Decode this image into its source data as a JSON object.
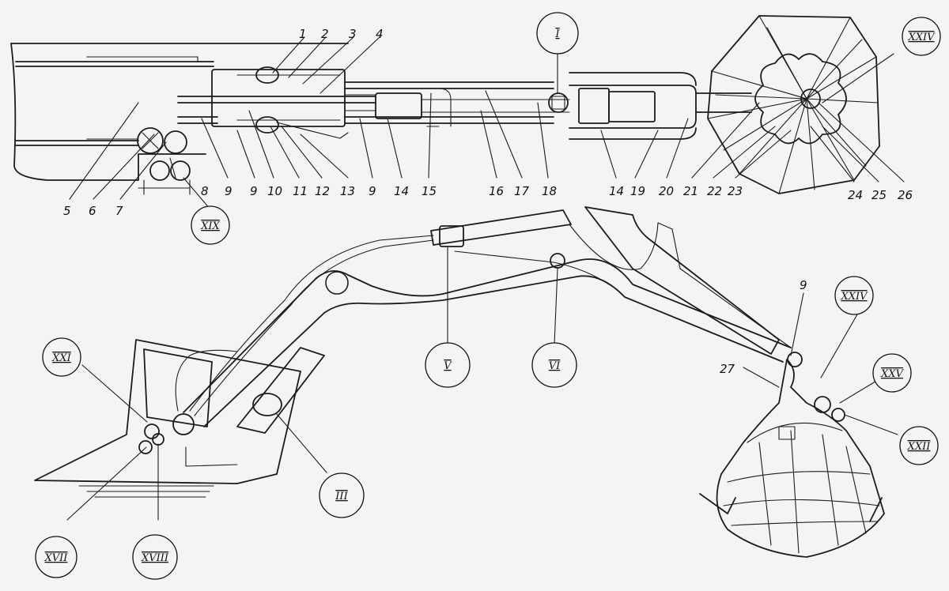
{
  "top_view": {
    "part_numbers": [
      "1",
      "2",
      "3",
      "4",
      "5",
      "6",
      "7",
      "8",
      "9",
      "9",
      "10",
      "11",
      "12",
      "13",
      "9",
      "14",
      "15",
      "16",
      "17",
      "18",
      "14",
      "19",
      "20",
      "21",
      "22",
      "23",
      "24",
      "25",
      "26"
    ]
  },
  "side_view": {
    "part_numbers": [
      "9",
      "27"
    ]
  },
  "detail_callouts": [
    "I",
    "XXIV",
    "XIX",
    "V",
    "VI",
    "XXI",
    "III",
    "XVII",
    "XVIII",
    "XXIV",
    "XXV",
    "XXII"
  ]
}
